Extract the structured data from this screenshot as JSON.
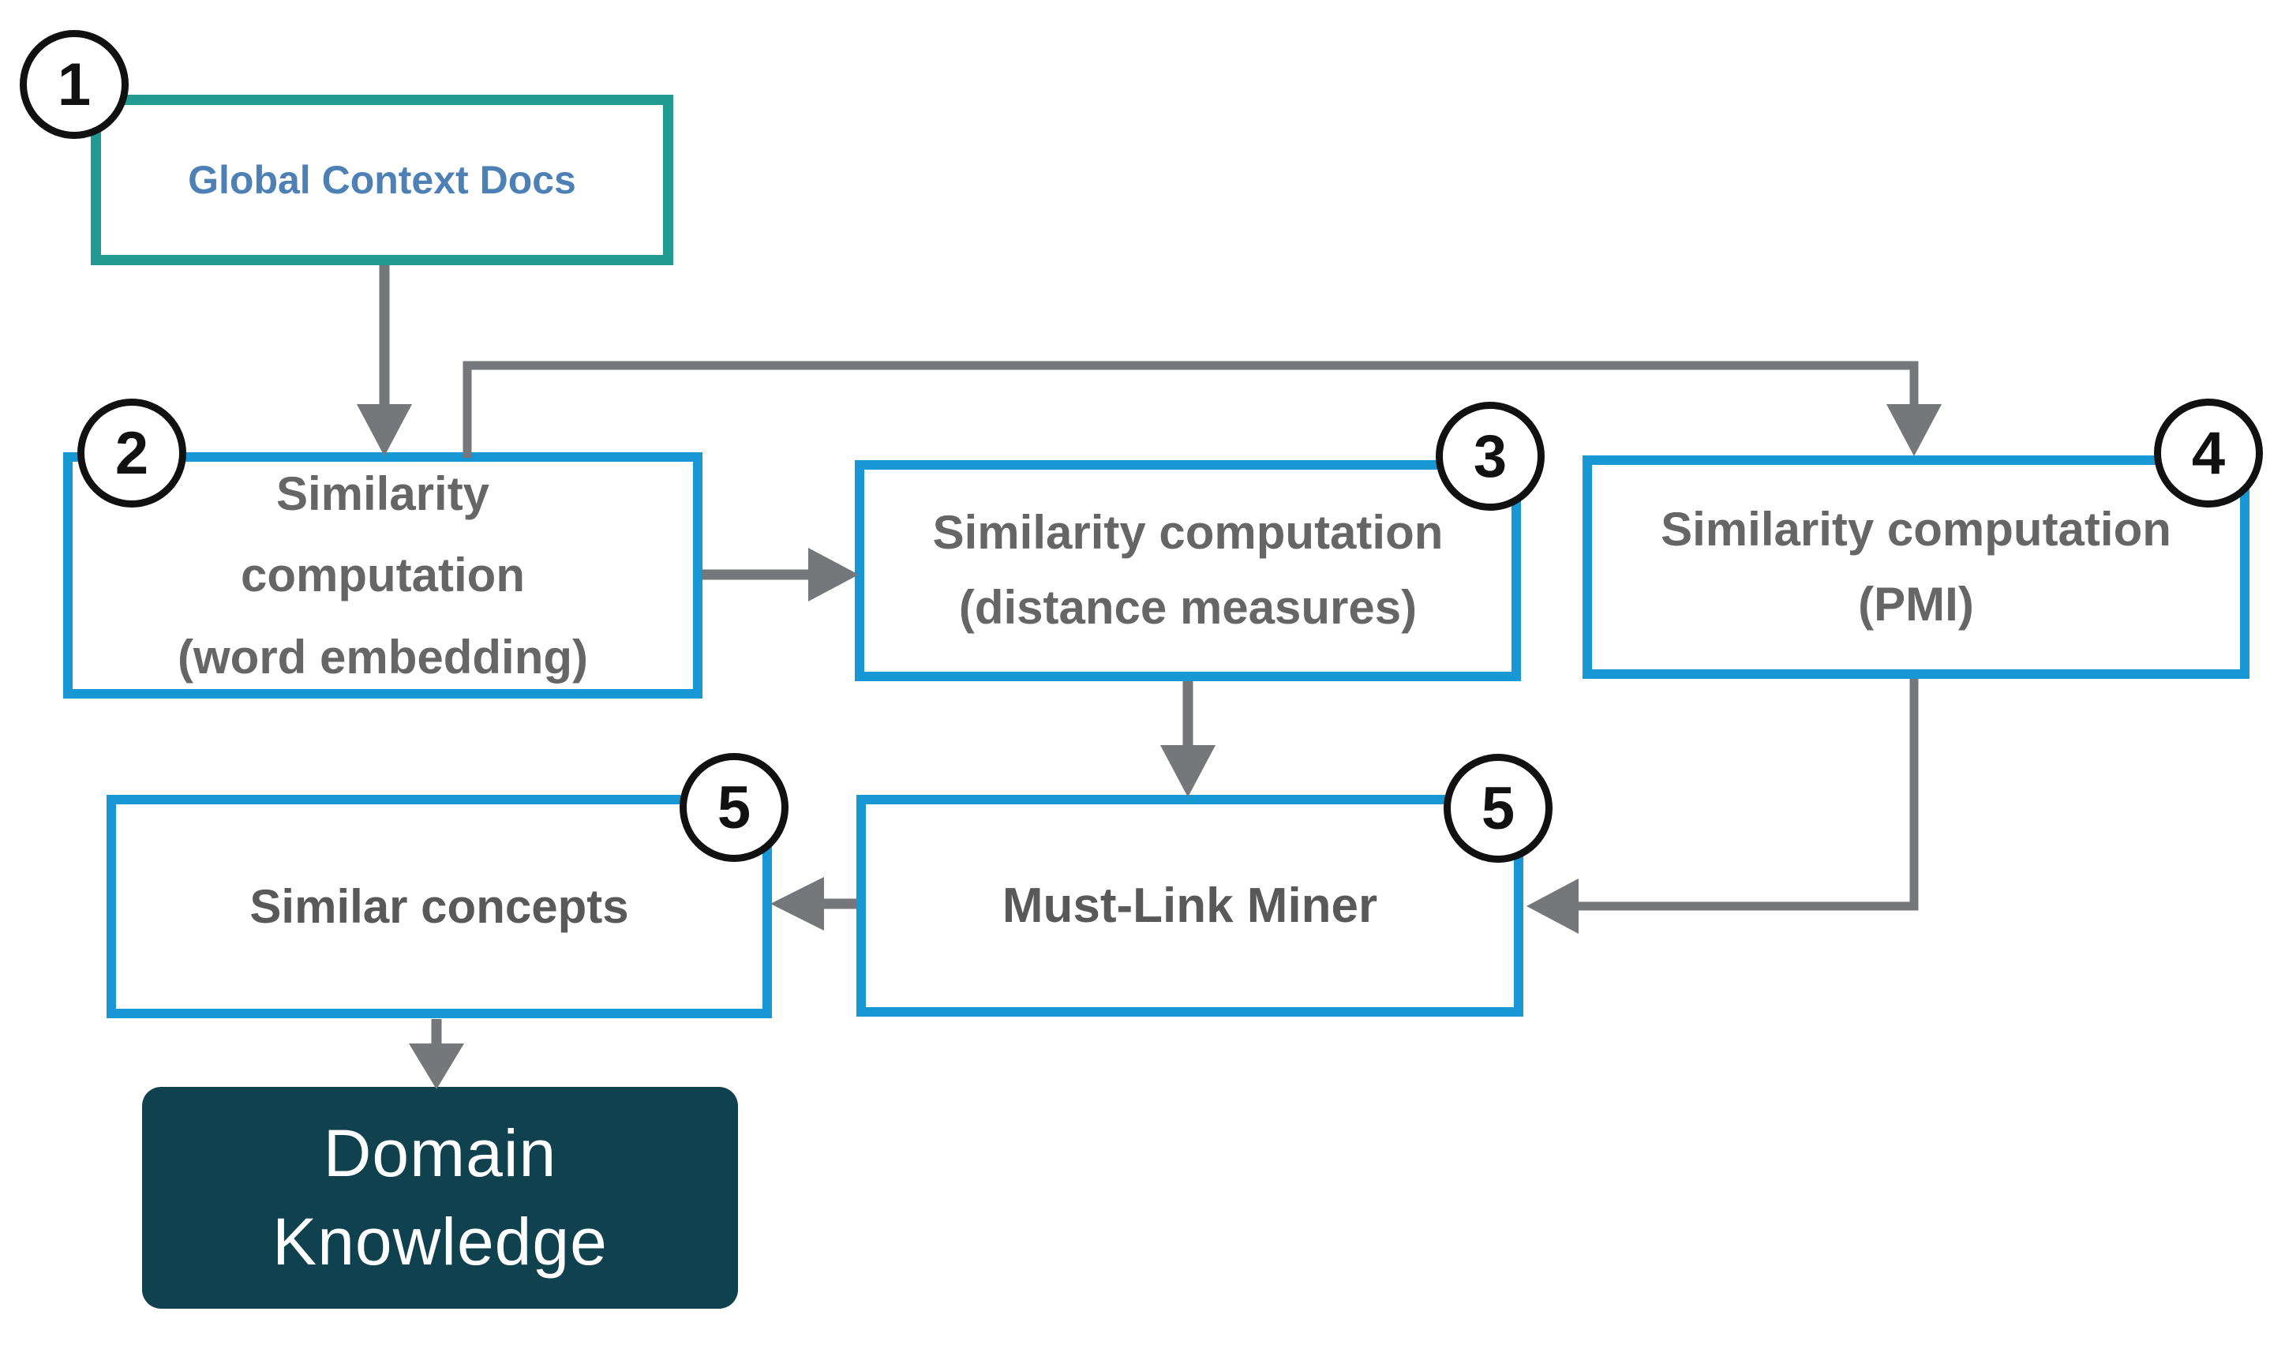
{
  "diagram_type": "flowchart",
  "colors": {
    "box_border_blue": "#1798d5",
    "box_border_teal": "#219a92",
    "doc_text_blue": "#4d80b5",
    "body_text_gray": "#666666",
    "emphasis_text_gray": "#595959",
    "arrow_gray": "#76777a",
    "domain_fill_teal": "#10414f",
    "domain_text": "#ffffff",
    "badge_border": "#111111"
  },
  "nodes": [
    {
      "id": "global-context-docs",
      "badge": "1",
      "lines": [
        "Global Context Docs"
      ]
    },
    {
      "id": "similarity-word-embedding",
      "badge": "2",
      "lines": [
        "Similarity",
        "computation",
        "(word embedding)"
      ]
    },
    {
      "id": "similarity-distance-measures",
      "badge": "3",
      "lines": [
        "Similarity computation",
        "(distance measures)"
      ]
    },
    {
      "id": "similarity-pmi",
      "badge": "4",
      "lines": [
        "Similarity computation",
        "(PMI)"
      ]
    },
    {
      "id": "must-link-miner",
      "badge": "5",
      "lines": [
        "Must-Link Miner"
      ]
    },
    {
      "id": "similar-concepts",
      "badge": "5",
      "lines": [
        "Similar concepts"
      ]
    },
    {
      "id": "domain-knowledge",
      "badge": "",
      "lines": [
        "Domain",
        "Knowledge"
      ]
    }
  ],
  "edges": [
    {
      "from": "global-context-docs",
      "to": "similarity-word-embedding"
    },
    {
      "from": "similarity-word-embedding",
      "to": "similarity-pmi"
    },
    {
      "from": "similarity-word-embedding",
      "to": "similarity-distance-measures"
    },
    {
      "from": "similarity-distance-measures",
      "to": "must-link-miner"
    },
    {
      "from": "similarity-pmi",
      "to": "must-link-miner"
    },
    {
      "from": "must-link-miner",
      "to": "similar-concepts"
    },
    {
      "from": "similar-concepts",
      "to": "domain-knowledge"
    }
  ]
}
